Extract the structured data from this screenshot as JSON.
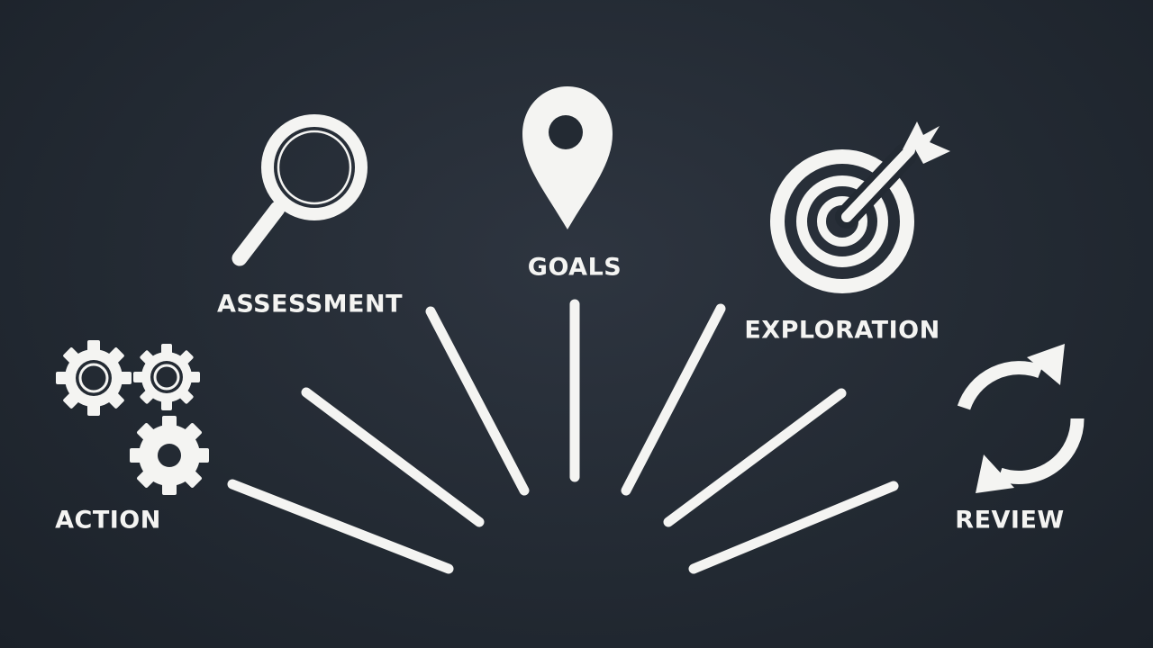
{
  "colors": {
    "background": "#232a33",
    "foreground": "#f4f4f2"
  },
  "nodes": [
    {
      "id": "action",
      "label": "ACTION",
      "icon": "gears-icon"
    },
    {
      "id": "assessment",
      "label": "ASSESSMENT",
      "icon": "magnifier-icon"
    },
    {
      "id": "goals",
      "label": "GOALS",
      "icon": "map-pin-icon"
    },
    {
      "id": "exploration",
      "label": "EXPLORATION",
      "icon": "target-arrow-icon"
    },
    {
      "id": "review",
      "label": "REVIEW",
      "icon": "refresh-icon"
    }
  ]
}
